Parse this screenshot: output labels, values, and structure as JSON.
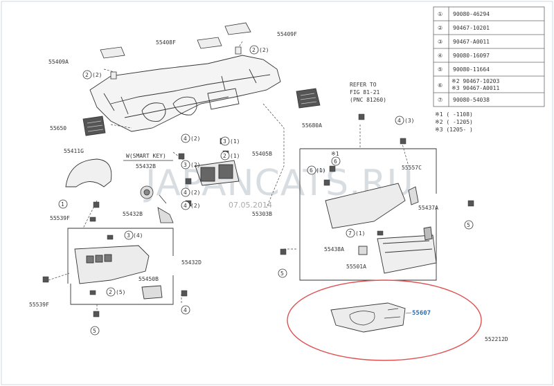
{
  "parts_table": [
    {
      "no": "①",
      "codes": [
        "90080-46294"
      ]
    },
    {
      "no": "②",
      "codes": [
        "90467-10201"
      ]
    },
    {
      "no": "③",
      "codes": [
        "90467-A0011"
      ]
    },
    {
      "no": "④",
      "codes": [
        "90080-16097"
      ]
    },
    {
      "no": "⑤",
      "codes": [
        "90080-11664"
      ]
    },
    {
      "no": "⑥",
      "codes": [
        "※2 90467-10203",
        "※3 90467-A0011"
      ]
    },
    {
      "no": "⑦",
      "codes": [
        "90080-54038"
      ]
    }
  ],
  "notes": [
    "※1 (  -1108)",
    "※2 (  -1205)",
    "※3 (1205-  )"
  ],
  "refer": [
    "REFER TO",
    "FIG 81-21",
    "(PNC 81260)"
  ],
  "smart_key": "W(SMART KEY)",
  "labels": {
    "p55409A": "55409A",
    "p55408F": "55408F",
    "p55409F": "55409F",
    "p55650": "55650",
    "p55680A": "55680A",
    "p55411G": "55411G",
    "p55432B_top": "55432B",
    "p55405B": "55405B",
    "p55539F_top": "55539F",
    "p55432B_mid": "55432B",
    "p55303B": "55303B",
    "p55557C": "55557C",
    "p55437A": "55437A",
    "p55438A": "55438A",
    "p55501A": "55501A",
    "p55432D": "55432D",
    "p55450B": "55450B",
    "p55539F_bot": "55539F",
    "p55607": "55607",
    "code": "552212D"
  },
  "watermark": "JAPANCATS.RU",
  "date": "07.05.2014",
  "colors": {
    "highlight_ellipse": "#e05050",
    "link_label": "#2a6fb4",
    "line": "#333333"
  }
}
